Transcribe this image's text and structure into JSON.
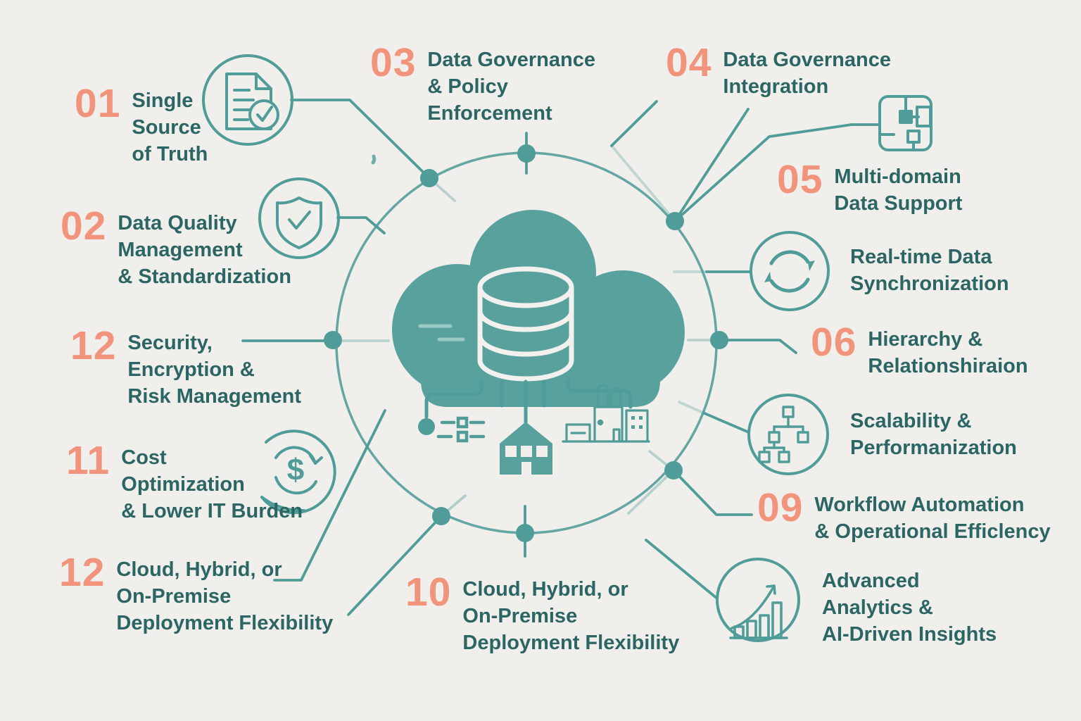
{
  "palette": {
    "background": "#f0efeb",
    "line_teal": "#4f9c98",
    "text_teal": "#2b6564",
    "number_orange": "#f2937b",
    "cloud_fill": "#58a19d"
  },
  "center": {
    "icon": "cloud-database"
  },
  "icons": {
    "dollar_glyph": "$"
  },
  "items": [
    {
      "number": "01",
      "label": "Single\nSource\nof Truth",
      "icon": "document-check"
    },
    {
      "number": "02",
      "label": "Data Quality\nManagement\n& Standardization",
      "icon": "shield-check"
    },
    {
      "number": "12",
      "label": "Security,\nEncryption &\nRisk Management"
    },
    {
      "number": "11",
      "label": "Cost\nOptimization\n& Lower IT Burden",
      "icon": "dollar-refresh"
    },
    {
      "number": "12",
      "label": "Cloud, Hybrid, or\nOn-Premise\nDeployment Flexibility"
    },
    {
      "number": "03",
      "label": "Data Governance\n& Policy\nEnforcement"
    },
    {
      "number": "10",
      "label": "Cloud, Hybrid, or\nOn-Premise\nDeployment Flexibility"
    },
    {
      "number": "04",
      "label": "Data Governance\nIntegration",
      "icon": "integration-grid"
    },
    {
      "number": "05",
      "label": "Multi-domain\nData Support"
    },
    {
      "number": "",
      "label": "Real-time Data\nSynchronization",
      "icon": "sync-arrows"
    },
    {
      "number": "06",
      "label": "Hierarchy &\nRelationshiraion"
    },
    {
      "number": "",
      "label": "Scalability &\nPerformanization",
      "icon": "hierarchy-chart"
    },
    {
      "number": "09",
      "label": "Workflow Automation\n& Operational Efficlency"
    },
    {
      "number": "",
      "label": "Advanced\nAnalytics &\nAI-Driven Insights",
      "icon": "analytics-growth"
    }
  ]
}
